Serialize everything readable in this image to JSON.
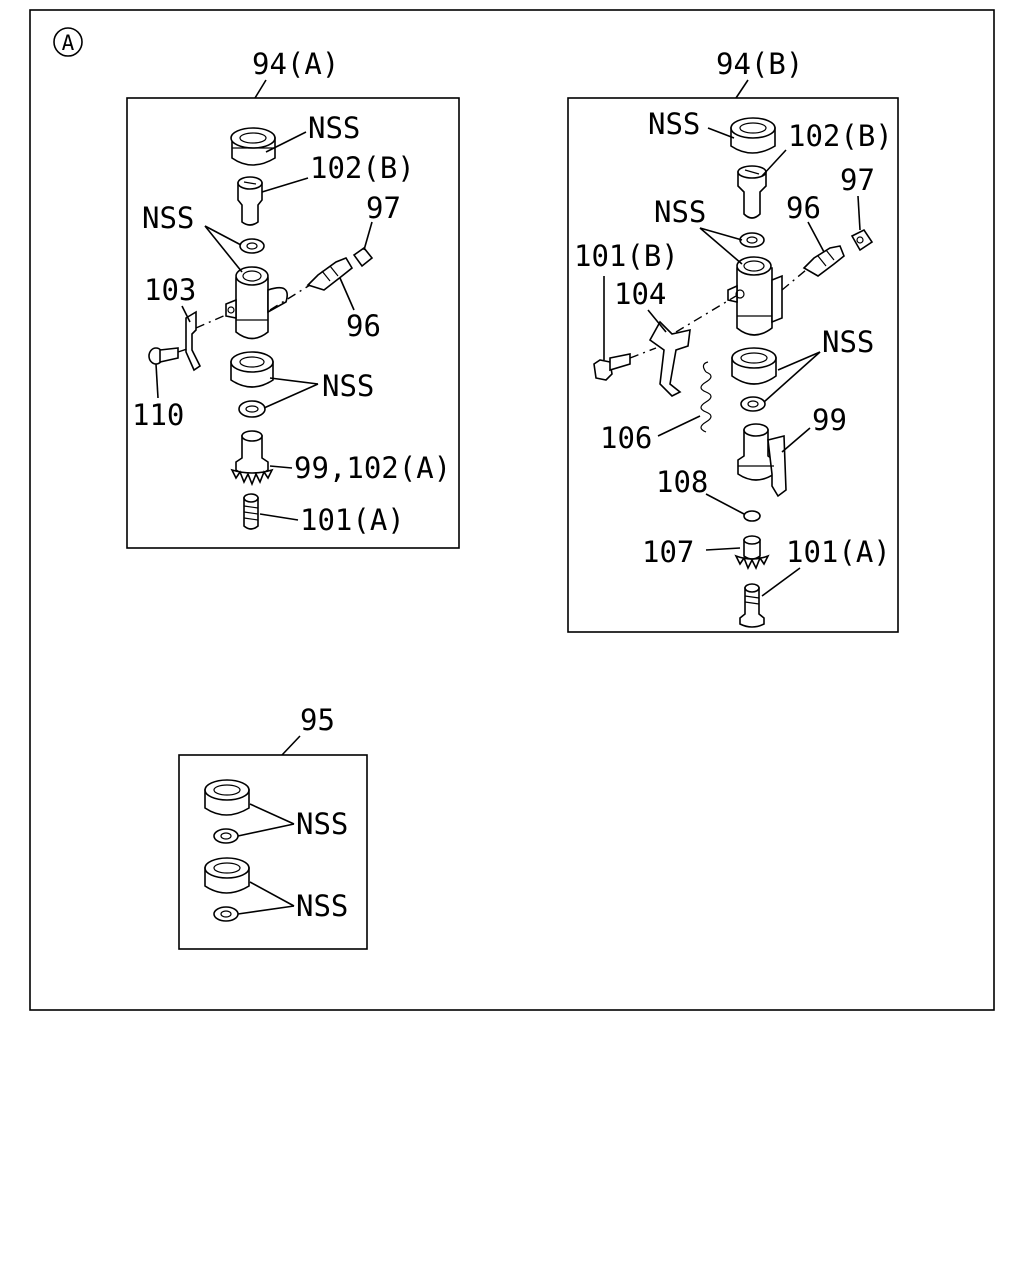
{
  "diagram": {
    "section_marker": "A",
    "groups": {
      "a": {
        "title": "94(A)"
      },
      "b": {
        "title": "94(B)"
      },
      "c": {
        "title": "95"
      }
    },
    "labels": {
      "a_nss_top": "NSS",
      "a_102b": "102(B)",
      "a_nss_mid": "NSS",
      "a_97": "97",
      "a_103": "103",
      "a_96": "96",
      "a_nss_low": "NSS",
      "a_110": "110",
      "a_99_102a": "99,102(A)",
      "a_101a": "101(A)",
      "b_nss_top": "NSS",
      "b_102b": "102(B)",
      "b_97": "97",
      "b_96": "96",
      "b_nss_mid": "NSS",
      "b_101b": "101(B)",
      "b_104": "104",
      "b_nss_low": "NSS",
      "b_106": "106",
      "b_99": "99",
      "b_108": "108",
      "b_107": "107",
      "b_101a": "101(A)",
      "c_nss_1": "NSS",
      "c_nss_2": "NSS"
    }
  }
}
